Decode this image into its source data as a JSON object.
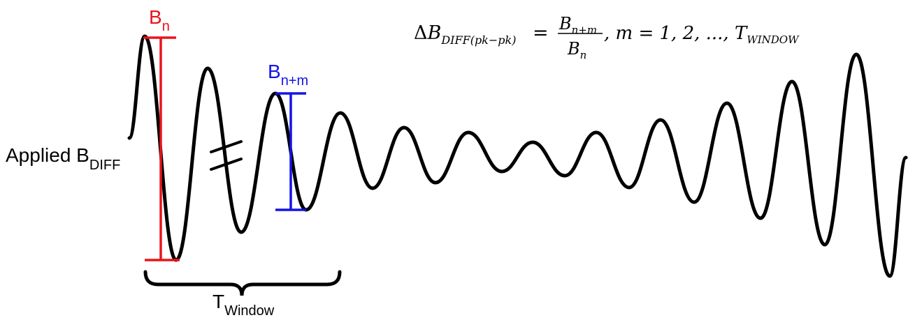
{
  "labels": {
    "bn_main": "B",
    "bn_sub": "n",
    "bnm_main": "B",
    "bnm_sub": "n+m",
    "applied_main": "Applied B",
    "applied_sub": "DIFF",
    "twindow_main": "T",
    "twindow_sub": "Window"
  },
  "equation": {
    "lhs_delta": "Δ",
    "lhs_B": "B",
    "lhs_sub": "DIFF(pk−pk)",
    "equals": "=",
    "num_B": "B",
    "num_sub": "n+m",
    "den_B": "B",
    "den_sub": "n",
    "rhs": ", m = 1, 2, ..., T",
    "rhs_sub": "WINDOW"
  },
  "colors": {
    "waveform": "#000000",
    "bn_marker": "#e8151b",
    "bnm_marker": "#1414e6"
  }
}
